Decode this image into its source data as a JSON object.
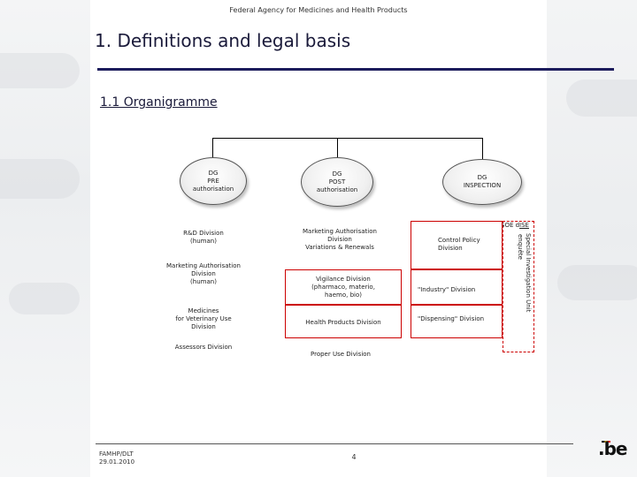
{
  "header": {
    "agency": "Federal Agency for Medicines and Health Products",
    "title": "1. Definitions and legal basis",
    "subtitle": "1.1 Organigramme"
  },
  "dg": {
    "pre": "DG\nPRE\nauthorisation",
    "post": "DG\nPOST\nauthorisation",
    "inspection": "DG\nINSPECTION"
  },
  "pre_divisions": {
    "rd": "R&D Division\n(human)",
    "marketing": "Marketing Authorisation\nDivision\n(human)",
    "veterinary": "Medicines\nfor Veterinary Use\nDivision",
    "assessors": "Assessors Division"
  },
  "post_divisions": {
    "marketing": "Marketing Authorisation\nDivision\nVariations & Renewals",
    "vigilance": "Vigilance Division\n(pharmaco, materio,\nhaemo, bio)",
    "health_products": "Health Products Division",
    "proper_use": "Proper Use Division"
  },
  "inspection_divisions": {
    "control_policy": "Control Policy\nDivision",
    "industry": "\"Industry\" Division",
    "dispensing": "\"Dispensing\" Division"
  },
  "soe": {
    "label": "SOE d",
    "suffix": "ISE",
    "special_unit": "Special Investigation Unit",
    "enquete": "enquête"
  },
  "footer": {
    "org": "FAMHP/DLT",
    "date": "29.01.2010",
    "page": "4",
    "logo": ".be"
  },
  "colors": {
    "title": "#1a1a3a",
    "rule": "#1c1c5c",
    "highlight_border": "#cc0000"
  }
}
